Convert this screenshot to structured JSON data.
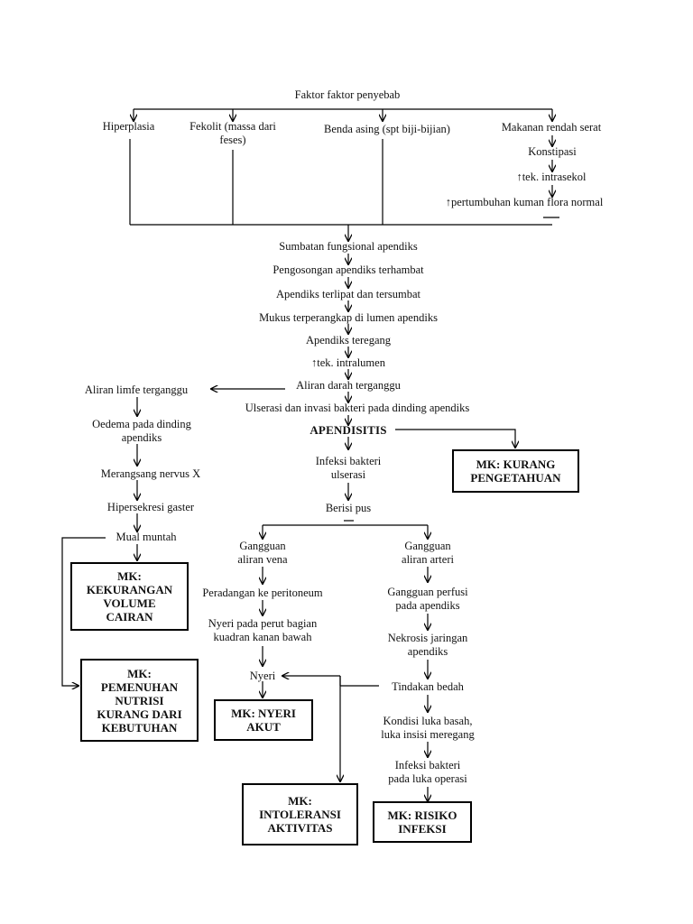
{
  "causes": {
    "title": "Faktor faktor penyebab",
    "hiperplasia": "Hiperplasia",
    "fekolit": "Fekolit (massa dari\nfeses)",
    "benda_asing": "Benda asing (spt biji-bijian)",
    "makanan": "Makanan rendah serat",
    "konstipasi": "Konstipasi",
    "tek_intrasekol": "↑tek. intrasekol",
    "pertumbuhan": "↑pertumbuhan kuman flora normal"
  },
  "main_chain": [
    "Sumbatan fungsional apendiks",
    "Pengosongan apendiks terhambat",
    "Apendiks terlipat dan tersumbat",
    "Mukus terperangkap di lumen apendiks",
    "Apendiks teregang",
    "↑tek. intralumen",
    "Aliran darah terganggu",
    "Ulserasi dan invasi bakteri pada dinding apendiks"
  ],
  "apendisitis": "APENDISITIS",
  "center": {
    "infeksi": "Infeksi bakteri\nulserasi",
    "pus": "Berisi pus"
  },
  "left_chain": {
    "limfe": "Aliran limfe terganggu",
    "oedema": "Oedema pada dinding\napendiks",
    "nervus": "Merangsang nervus X",
    "gaster": "Hipersekresi gaster",
    "mual": "Mual muntah"
  },
  "vena_chain": {
    "vena": "Gangguan\naliran vena",
    "peradangan": "Peradangan ke peritoneum",
    "nyeri_perut": "Nyeri pada perut bagian\nkuadran kanan bawah",
    "nyeri": "Nyeri"
  },
  "arteri_chain": {
    "arteri": "Gangguan\naliran arteri",
    "perfusi": "Gangguan perfusi\npada apendiks",
    "nekrosis": "Nekrosis jaringan\napendiks",
    "tindakan": "Tindakan bedah",
    "luka": "Kondisi luka basah,\nluka insisi meregang",
    "infeksi_op": "Infeksi bakteri\npada luka operasi"
  },
  "mk_boxes": {
    "pengetahuan": "MK: KURANG\nPENGETAHUAN",
    "volume": "MK:\nKEKURANGAN\nVOLUME\nCAIRAN",
    "nutrisi": "MK:\nPEMENUHAN\nNUTRISI\nKURANG DARI\nKEBUTUHAN",
    "nyeri": "MK: NYERI\nAKUT",
    "intoleransi": "MK:\nINTOLERANSI\nAKTIVITAS",
    "infeksi": "MK: RISIKO\nINFEKSI"
  }
}
